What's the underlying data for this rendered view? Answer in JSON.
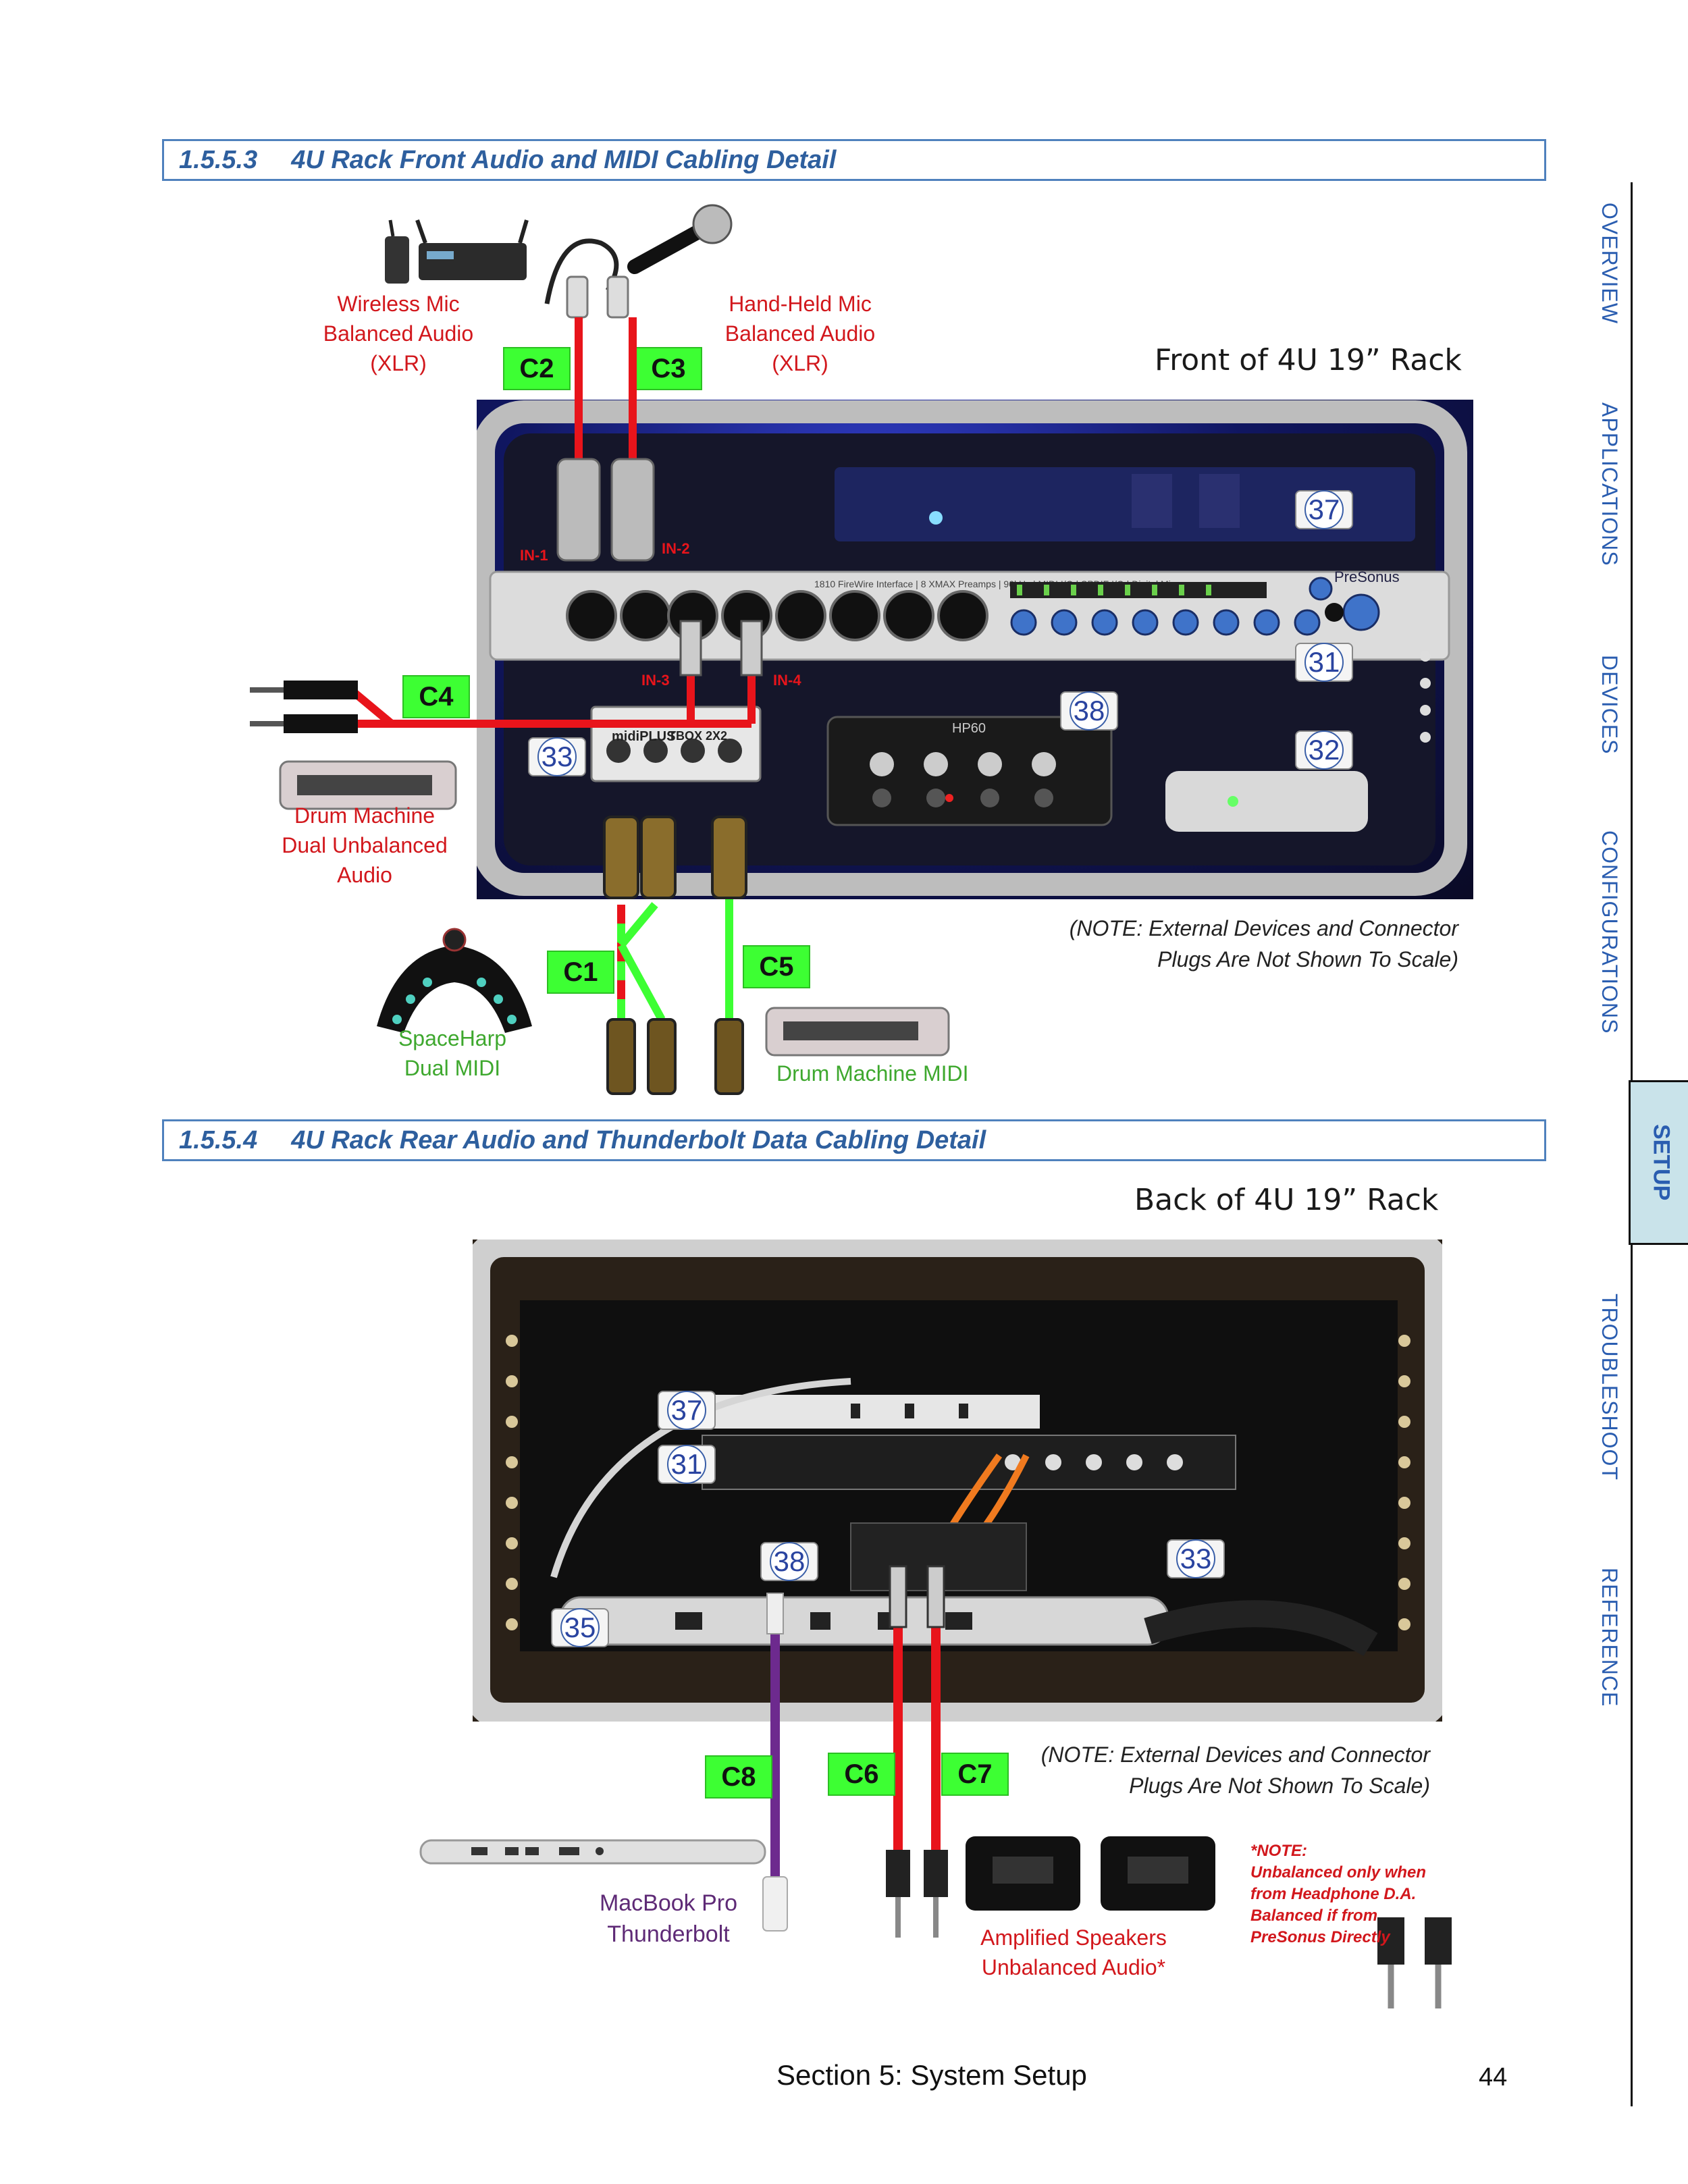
{
  "section1": {
    "number": "1.5.5.3",
    "title": "4U Rack Front Audio and MIDI Cabling Detail"
  },
  "section2": {
    "number": "1.5.5.4",
    "title": "4U Rack Rear Audio and Thunderbolt Data Cabling Detail"
  },
  "front": {
    "caption": "Front of 4U 19” Rack",
    "wireless_mic": [
      "Wireless Mic",
      "Balanced Audio",
      "(XLR)"
    ],
    "handheld_mic": [
      "Hand-Held Mic",
      "Balanced Audio",
      "(XLR)"
    ],
    "drum_machine": [
      "Drum Machine",
      "Dual Unbalanced",
      "Audio"
    ],
    "spaceharp": [
      "SpaceHarp",
      "Dual MIDI"
    ],
    "drum_midi": "Drum Machine MIDI",
    "note": [
      "(NOTE: External Devices and Connector",
      "Plugs Are Not Shown To Scale)"
    ],
    "inputs": [
      "IN-1",
      "IN-2",
      "IN-3",
      "IN-4"
    ],
    "cables": [
      "C1",
      "C2",
      "C3",
      "C4",
      "C5"
    ],
    "tags": [
      "37",
      "31",
      "38",
      "32",
      "33"
    ],
    "device_text": {
      "presonus": "PreSonus",
      "midiplus": "midiPLUS",
      "tbox": "TBOX 2X2",
      "hp": "HP60"
    }
  },
  "back": {
    "caption": "Back of 4U 19” Rack",
    "note": [
      "(NOTE: External Devices and Connector",
      "Plugs Are Not Shown To Scale)"
    ],
    "macbook": [
      "MacBook Pro",
      "Thunderbolt"
    ],
    "speakers": [
      "Amplified Speakers",
      "Unbalanced Audio*"
    ],
    "star_note": [
      "*NOTE:",
      "Unbalanced only when",
      "from Headphone D.A.",
      "Balanced if from",
      "PreSonus Directly"
    ],
    "cables": [
      "C6",
      "C7",
      "C8"
    ],
    "tags": [
      "37",
      "31",
      "38",
      "33",
      "35"
    ]
  },
  "sidebar": [
    "OVERVIEW",
    "APPLICATIONS",
    "DEVICES",
    "CONFIGURATIONS",
    "SETUP",
    "TROUBLESHOOT",
    "REFERENCE"
  ],
  "footer": {
    "section": "Section 5: System Setup",
    "page": "44"
  },
  "colors": {
    "accent": "#4f81bd",
    "cable_red": "#e8141b",
    "cable_green": "#3dff33",
    "cable_purple": "#6d2a8e",
    "tag_blue": "#2a44a0"
  }
}
